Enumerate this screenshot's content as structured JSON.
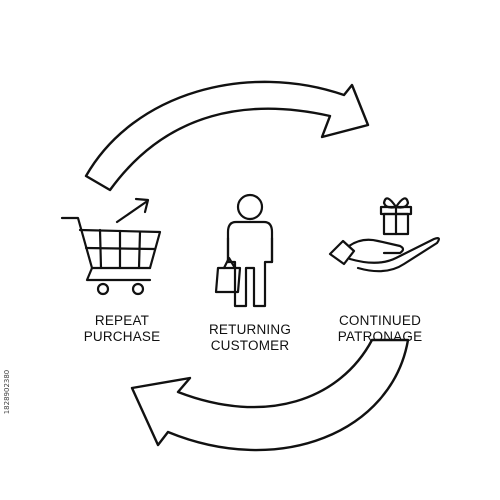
{
  "diagram": {
    "stages": [
      {
        "lines": [
          "REPEAT",
          "PURCHASE"
        ],
        "icon": "shopping-cart-icon"
      },
      {
        "lines": [
          "RETURNING",
          "CUSTOMER"
        ],
        "icon": "customer-with-bag-icon"
      },
      {
        "lines": [
          "CONTINUED",
          "PATRONAGE"
        ],
        "icon": "gift-in-hand-icon"
      }
    ],
    "arrows": [
      "cycle-arrow-top-icon",
      "cycle-arrow-bottom-icon"
    ]
  },
  "stock": {
    "id_text": "1828902380"
  },
  "colors": {
    "stroke": "#111111",
    "background": "#ffffff"
  }
}
